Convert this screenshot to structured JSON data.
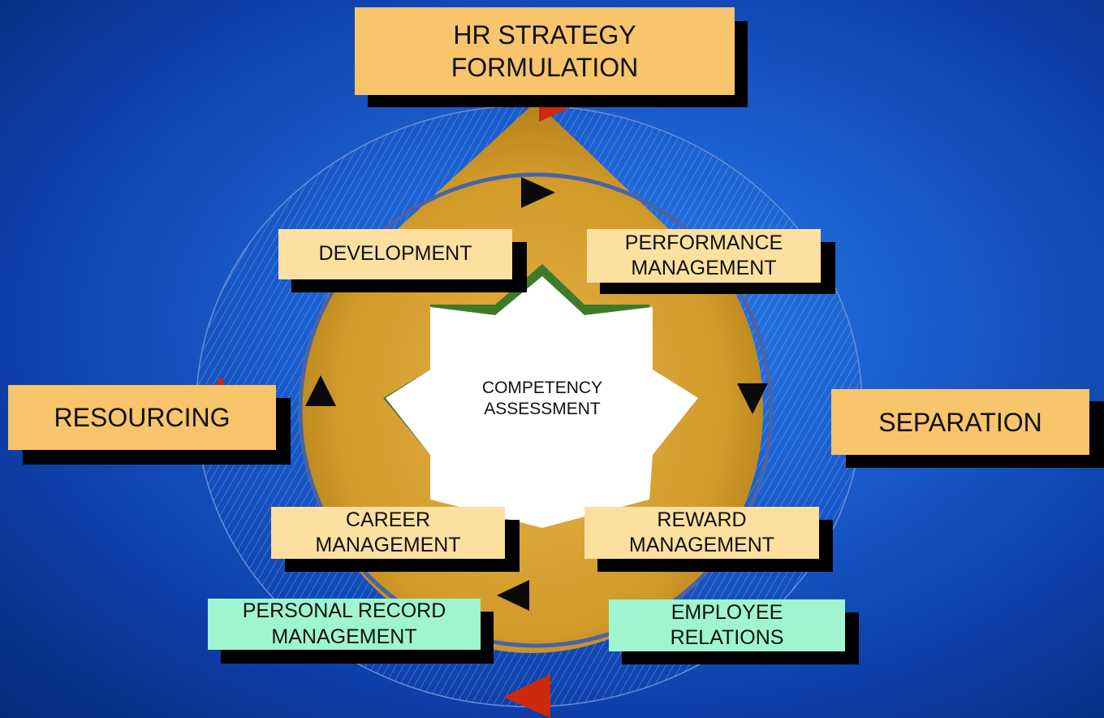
{
  "colors": {
    "background": "#1a5fd0",
    "outer_box": "#f8c46c",
    "inner_box": "#fde0a0",
    "teal_box": "#9ff5cf",
    "cone": "#d9a12e",
    "star_border": "#3f7a2a",
    "red_arrow": "#cc2a0a",
    "black_arrow": "#0a0a0a"
  },
  "diagram": {
    "strategy": "HR STRATEGY\nFORMULATION",
    "resourcing": "RESOURCING",
    "separation": "SEPARATION",
    "development": "DEVELOPMENT",
    "performance": "PERFORMANCE\nMANAGEMENT",
    "career": "CAREER\nMANAGEMENT",
    "reward": "REWARD\nMANAGEMENT",
    "personal_record": "PERSONAL RECORD\nMANAGEMENT",
    "employee_relations": "EMPLOYEE\nRELATIONS",
    "center": "COMPETENCY\nASSESSMENT"
  }
}
